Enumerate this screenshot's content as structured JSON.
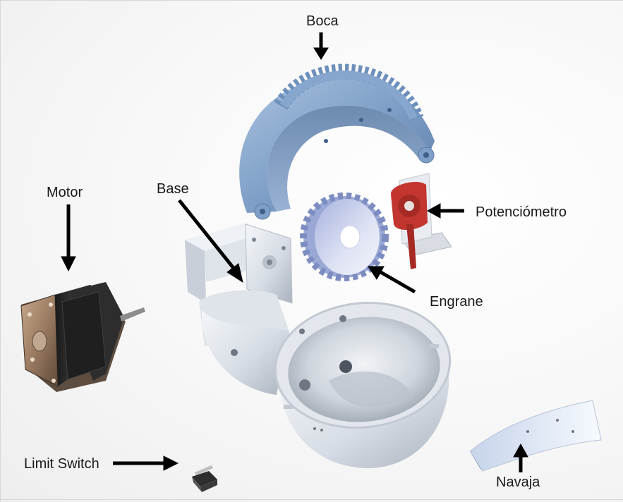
{
  "labels": {
    "boca": "Boca",
    "motor": "Motor",
    "base": "Base",
    "potenciometro": "Potenciómetro",
    "engrane": "Engrane",
    "limit_switch": "Limit Switch",
    "navaja": "Navaja"
  },
  "colors": {
    "blue_part": "#7e9fc7",
    "white_part": "#dde3ea",
    "red_part": "#c2362f",
    "motor_dark": "#262626",
    "arrow": "#000000"
  }
}
